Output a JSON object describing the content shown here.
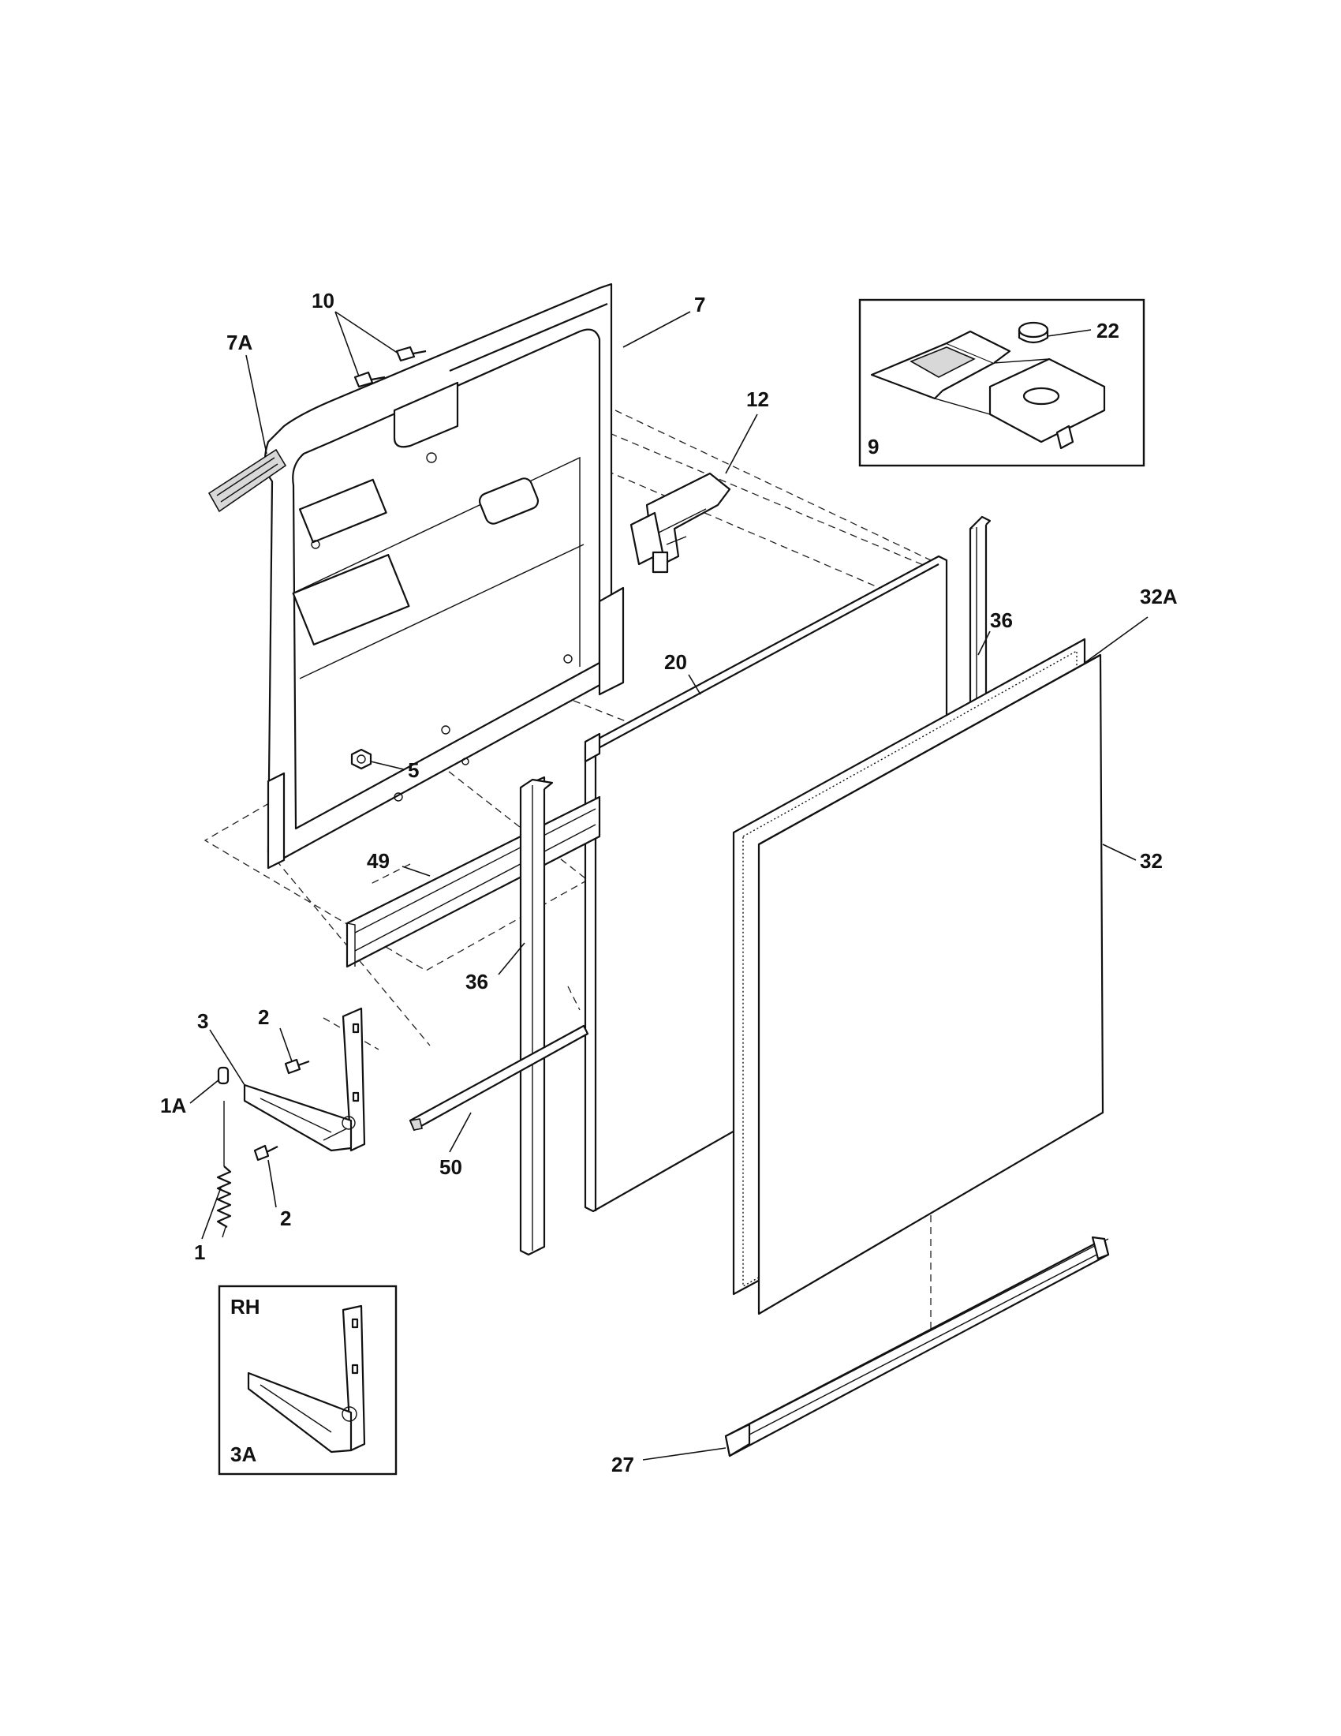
{
  "callouts": {
    "c10": "10",
    "c7": "7",
    "c7a": "7A",
    "c12": "12",
    "c22": "22",
    "c9": "9",
    "c32a": "32A",
    "c36top": "36",
    "c20": "20",
    "c5": "5",
    "c32": "32",
    "c49": "49",
    "c36bot": "36",
    "c3": "3",
    "c2top": "2",
    "c1a": "1A",
    "c50": "50",
    "c2bot": "2",
    "c1": "1",
    "c27": "27"
  },
  "inset_hinge": {
    "side": "RH",
    "part": "3A"
  }
}
